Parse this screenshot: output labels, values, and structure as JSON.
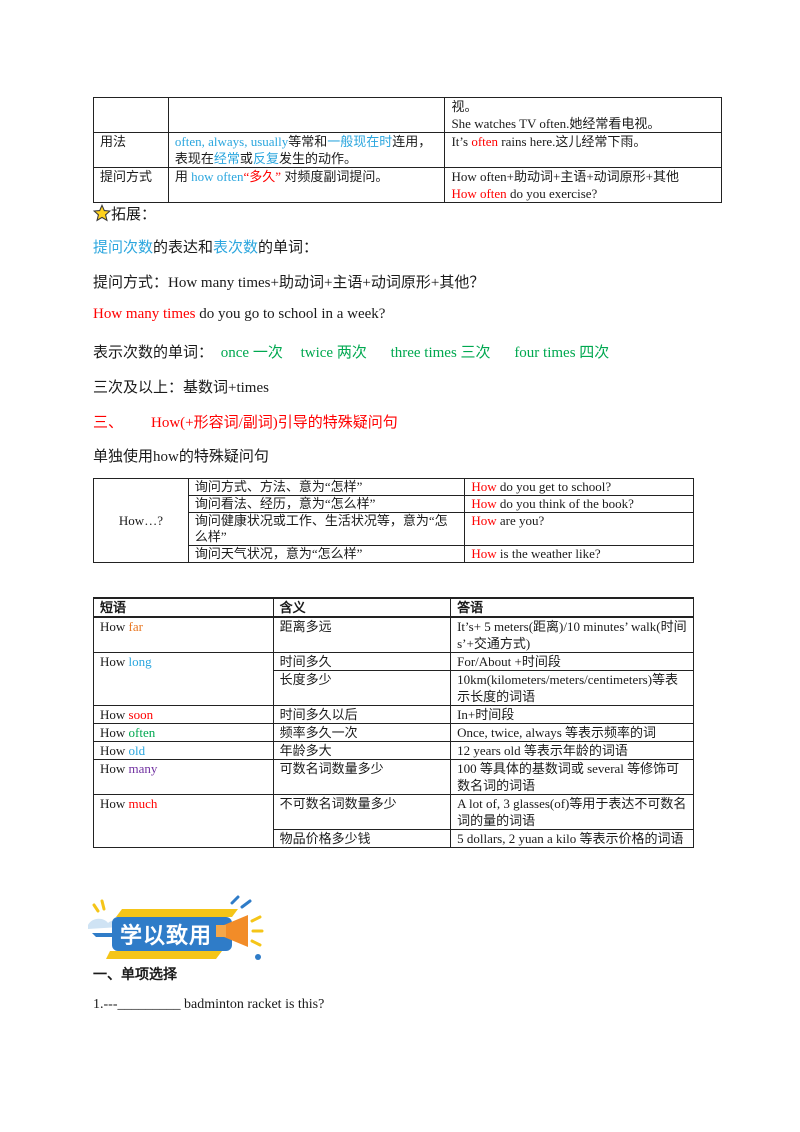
{
  "table1": {
    "row0": {
      "col3_line1": "视。",
      "col3_line2": "She watches TV often.她经常看电视。"
    },
    "row1": {
      "label": "用法",
      "usage": [
        {
          "t": "often, always, usually",
          "c": "blue"
        },
        {
          "t": "等常和",
          "c": ""
        },
        {
          "t": "一般现在时",
          "c": "blue"
        },
        {
          "t": "连用，表现在",
          "c": ""
        },
        {
          "t": "经常",
          "c": "blue"
        },
        {
          "t": "或",
          "c": ""
        },
        {
          "t": "反复",
          "c": "blue"
        },
        {
          "t": "发生的动作。",
          "c": ""
        }
      ],
      "example_pre": "It’s ",
      "example_red": "often",
      "example_post": " rains here.这儿经常下雨。"
    },
    "row2": {
      "label": "提问方式",
      "method_pre": "用 ",
      "method_blue": "how often",
      "method_red": "“多久”",
      "method_post": " 对频度副词提问。",
      "formula": "How often+助动词+主语+动词原形+其他",
      "example_red": "How often",
      "example_post": " do you exercise?"
    }
  },
  "extension": {
    "title": "拓展：",
    "line1": [
      {
        "t": "提问次数",
        "c": "blue"
      },
      {
        "t": "的表达和",
        "c": ""
      },
      {
        "t": "表次数",
        "c": "blue"
      },
      {
        "t": "的单词：",
        "c": ""
      }
    ],
    "line2": "提问方式：How many times+助动词+主语+动词原形+其他？",
    "line3_red": "How many times",
    "line3_post": " do you go to school in a week?",
    "line4_label": "表示次数的单词：",
    "line4_words": [
      "once 一次",
      "twice 两次",
      "three times 三次",
      "four times 四次"
    ],
    "line5": "三次及以上：基数词+times"
  },
  "section3": {
    "num": "三、",
    "title": "How(+形容词/副词)引导的特殊疑问句",
    "subtitle": "单独使用how的特殊疑问句"
  },
  "table2": {
    "label": "How…?",
    "rows": [
      {
        "meaning": "询问方式、方法、意为“怎样”",
        "ex_red": "How",
        "ex_post": " do you get to school?"
      },
      {
        "meaning": "询问看法、经历，意为“怎么样”",
        "ex_red": "How",
        "ex_post": " do you think of the book?"
      },
      {
        "meaning": "询问健康状况或工作、生活状况等，意为“怎么样”",
        "ex_red": "How",
        "ex_post": " are you?"
      },
      {
        "meaning": "询问天气状况，意为“怎么样”",
        "ex_red": "How",
        "ex_post": " is the weather like?"
      }
    ]
  },
  "table3": {
    "headers": [
      "短语",
      "含义",
      "答语"
    ],
    "far": {
      "how": "How ",
      "word": "far",
      "meaning": "距离多远",
      "answer": "It’s+ 5 meters(距离)/10 minutes’ walk(时间 s’+交通方式)"
    },
    "long": {
      "how": "How ",
      "word": "long",
      "meaning1": "时间多久",
      "answer1": "For/About +时间段",
      "meaning2": "长度多少",
      "answer2": "10km(kilometers/meters/centimeters)等表示长度的词语"
    },
    "soon": {
      "how": "How ",
      "word": "soon",
      "meaning": "时间多久以后",
      "answer": "In+时间段"
    },
    "often": {
      "how": "How ",
      "word": "often",
      "meaning": "频率多久一次",
      "answer": "Once, twice, always 等表示频率的词"
    },
    "old": {
      "how": "How ",
      "word": "old",
      "meaning": "年龄多大",
      "answer": "12 years old 等表示年龄的词语"
    },
    "many": {
      "how": "How ",
      "word": "many",
      "meaning": "可数名词数量多少",
      "answer": "100 等具体的基数词或 several 等修饰可数名词的词语"
    },
    "much": {
      "how": "How ",
      "word": "much",
      "meaning1": "不可数名词数量多少",
      "answer1": "A lot of, 3 glasses(of)等用于表达不可数名词的量的词语",
      "meaning2": "物品价格多少钱",
      "answer2": "5 dollars, 2 yuan a kilo 等表示价格的词语"
    }
  },
  "banner": {
    "text": "学以致用"
  },
  "exercise": {
    "heading": "一、单项选择",
    "q1": "1.---_________ badminton racket is this?"
  }
}
